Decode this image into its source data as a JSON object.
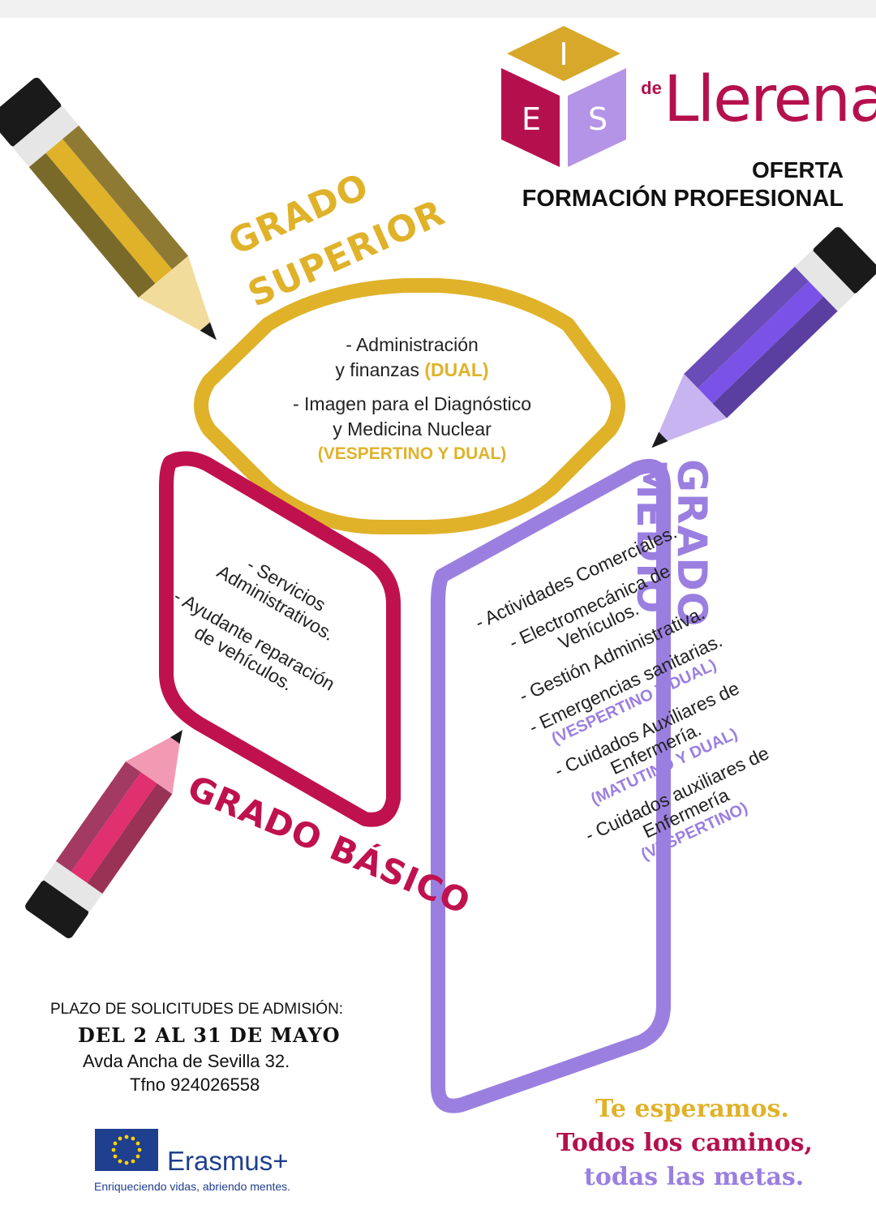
{
  "logo": {
    "letters": [
      "I",
      "E",
      "S"
    ],
    "de": "de",
    "name": "Llerena"
  },
  "header": {
    "line1": "OFERTA",
    "line2": "FORMACIÓN PROFESIONAL"
  },
  "grado_superior": {
    "title_line1": "GRADO",
    "title_line2": "SUPERIOR",
    "item1_line1": "- Administración",
    "item1_line2": "y finanzas",
    "item1_note": "(DUAL)",
    "item2_line1": "- Imagen para el Diagnóstico",
    "item2_line2": "y Medicina Nuclear",
    "item2_note": "(VESPERTINO Y DUAL)"
  },
  "grado_medio": {
    "title": "GRADO MEDIO",
    "items": [
      {
        "text": "- Actividades Comerciales.",
        "note": ""
      },
      {
        "text": "- Electromecánica de Vehículos.",
        "note": ""
      },
      {
        "text": "- Gestión Administrativa.",
        "note": ""
      },
      {
        "text": "- Emergencias sanitarias.",
        "note": "(VESPERTINO Y DUAL)"
      },
      {
        "text": "- Cuidados Auxiliares de Enfermería.",
        "note": "(MATUTINO Y DUAL)"
      },
      {
        "text": "- Cuidados auxiliares de Enfermería",
        "note": "(VESPERTINO)"
      }
    ]
  },
  "grado_basico": {
    "title": "GRADO BÁSICO",
    "item1": "- Servicios Administrativos.",
    "item2": "- Ayudante reparación de vehículos."
  },
  "admision": {
    "label": "PLAZO DE SOLICITUDES DE ADMISIÓN:",
    "dates": "DEL 2 AL 31 DE MAYO",
    "address": "Avda Ancha de Sevilla 32.",
    "phone": "Tfno 924026558"
  },
  "erasmus": {
    "name": "Erasmus+",
    "tagline": "Enriqueciendo vidas, abriendo mentes."
  },
  "slogan": {
    "line1": "Te esperamos.",
    "line2": "Todos los caminos,",
    "line3": "todas las metas."
  },
  "colors": {
    "gold": "#e0b22a",
    "magenta": "#c0114f",
    "purple": "#9b7fe0",
    "eu_blue": "#1f3f8f"
  }
}
